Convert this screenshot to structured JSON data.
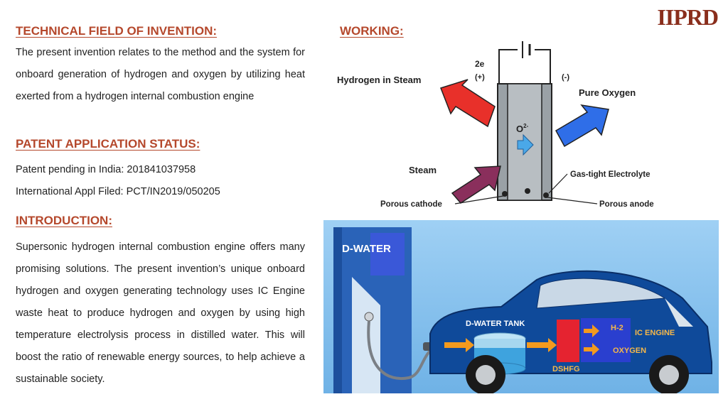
{
  "logo": "IIPRD",
  "technical": {
    "heading": "TECHNICAL FIELD OF INVENTION:",
    "text": "The present invention relates to the method and the system for onboard generation of hydrogen and oxygen by utilizing heat exerted from a hydrogen internal combustion engine"
  },
  "patent": {
    "heading": "PATENT APPLICATION STATUS:",
    "india": "Patent pending in India: 201841037958",
    "international": "International Appl Filed: PCT/IN2019/050205"
  },
  "introduction": {
    "heading": "INTRODUCTION:",
    "text": "Supersonic hydrogen internal combustion engine offers many promising solutions. The present invention’s unique onboard hydrogen and oxygen generating technology uses IC Engine waste heat to produce hydrogen and oxygen by using high temperature electrolysis process in distilled water. This will boost the ratio of renewable energy sources, to help achieve a sustainable society."
  },
  "working": {
    "heading": "WORKING:",
    "diagram": {
      "electrons": "2e",
      "plus": "(+)",
      "minus": "(-)",
      "hydrogen_in_steam": "Hydrogen in Steam",
      "pure_oxygen": "Pure Oxygen",
      "ion": "O",
      "ion_charge": "2-",
      "steam": "Steam",
      "gas_tight": "Gas-tight Electrolyte",
      "porous_cathode": "Porous cathode",
      "porous_anode": "Porous anode"
    }
  },
  "car": {
    "dwater": "D-WATER",
    "tank": "D-WATER  TANK",
    "h2": "H-2",
    "ic_engine": "IC ENGINE",
    "oxygen": "OXYGEN",
    "dshfg": "DSHFG"
  },
  "colors": {
    "heading": "#b5482c",
    "red_arrow": "#e8302a",
    "blue_arrow": "#2f6ee8",
    "purple_arrow": "#8a2f5c",
    "car_body": "#0f4a9a",
    "sky": "#8ec5ef"
  }
}
